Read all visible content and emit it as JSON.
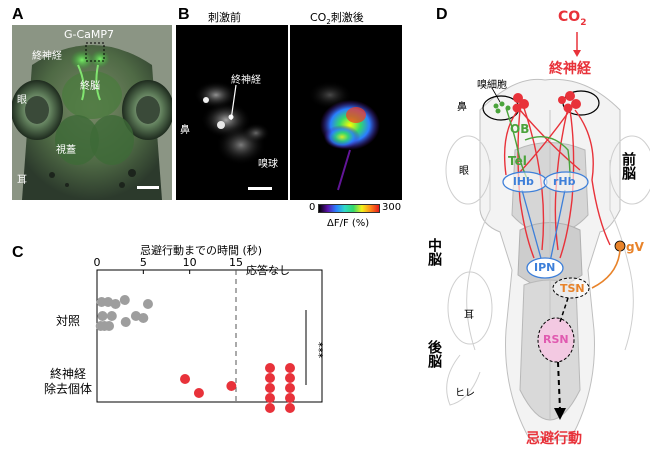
{
  "panels": {
    "A": {
      "letter": "A",
      "indicator": "G-CaMP7",
      "labels": {
        "nerve": "終神経",
        "brain": "終脳",
        "eye": "眼",
        "tectum": "視蓋",
        "ear": "耳"
      }
    },
    "B": {
      "letter": "B",
      "before": "刺激前",
      "after_prefix": "CO",
      "after_sub": "2",
      "after_suffix": "刺激後",
      "labels": {
        "nerve": "終神経",
        "nose": "鼻",
        "bulb": "嗅球"
      },
      "colorbar": {
        "min": "0",
        "max": "300",
        "unit": "ΔF/F (%)"
      }
    },
    "C": {
      "letter": "C",
      "xlabel": "忌避行動までの時間 (秒)",
      "ticks": [
        "0",
        "5",
        "10",
        "15"
      ],
      "no_response": "応答なし",
      "row_control": "対照",
      "row_ablated_1": "終神経",
      "row_ablated_2": "除去個体",
      "significance": "***",
      "colors": {
        "control": "#9e9e9e",
        "ablated": "#e8323a"
      }
    },
    "D": {
      "letter": "D",
      "stimulus_prefix": "CO",
      "stimulus_sub": "2",
      "nerve_label": "終神経",
      "olfactory_cell": "嗅細胞",
      "nose": "鼻",
      "eye": "眼",
      "ear": "耳",
      "fin": "ヒレ",
      "forebrain": "前脳",
      "midbrain": "中脳",
      "hindbrain": "後脳",
      "nodes": {
        "OB": "OB",
        "Tel": "Tel",
        "lHb": "lHb",
        "rHb": "rHb",
        "IPN": "IPN",
        "gV": "gV",
        "TSN": "TSN",
        "RSN": "RSN"
      },
      "output": "忌避行動",
      "colors": {
        "red": "#e8323a",
        "green": "#4aa33b",
        "blue": "#3d7fd9",
        "orange": "#e8832a",
        "pink": "#e05ab0"
      }
    }
  },
  "chart_data": {
    "type": "scatter",
    "xlabel": "忌避行動までの時間 (秒)",
    "xlim": [
      0,
      15
    ],
    "categories": [
      "対照",
      "終神経除去個体"
    ],
    "series": [
      {
        "name": "対照",
        "values": [
          0.5,
          1.2,
          2.0,
          3.0,
          5.5,
          0.6,
          1.6,
          4.2,
          0.8,
          1.3,
          3.1,
          5.0,
          0.4
        ]
      },
      {
        "name": "終神経除去個体",
        "values": [
          9.5,
          11.0,
          14.5
        ],
        "no_response_count": 10
      }
    ],
    "significance": "***"
  }
}
